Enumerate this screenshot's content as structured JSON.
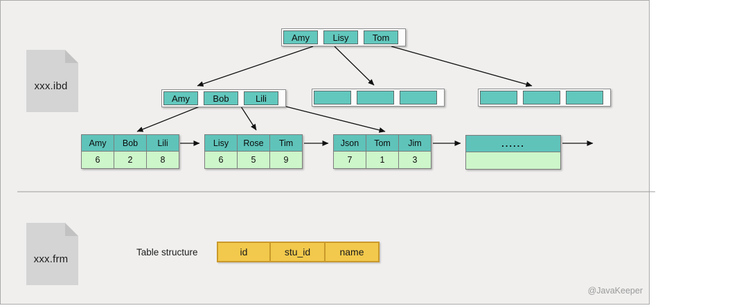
{
  "files": {
    "ibd_label": "xxx.ibd",
    "frm_label": "xxx.frm"
  },
  "tree": {
    "root": {
      "keys": [
        "Amy",
        "Lisy",
        "Tom"
      ]
    },
    "internal_left": {
      "keys": [
        "Amy",
        "Bob",
        "Lili"
      ]
    },
    "leaf1": {
      "keys": [
        "Amy",
        "Bob",
        "Lili"
      ],
      "values": [
        "6",
        "2",
        "8"
      ]
    },
    "leaf2": {
      "keys": [
        "Lisy",
        "Rose",
        "Tim"
      ],
      "values": [
        "6",
        "5",
        "9"
      ]
    },
    "leaf3": {
      "keys": [
        "Json",
        "Tom",
        "Jim"
      ],
      "values": [
        "7",
        "1",
        "3"
      ]
    },
    "leaf4": {
      "ellipsis": "......"
    }
  },
  "bottom": {
    "section_label": "Table structure",
    "columns": [
      "id",
      "stu_id",
      "name"
    ]
  },
  "watermark": "@JavaKeeper",
  "colors": {
    "canvas_bg": "#f0efee",
    "node_teal": "#62c7bd",
    "leaf_green": "#cdf6ca",
    "table_yellow": "#f2c94c",
    "table_yellow_border": "#c9992b",
    "file_gray": "#d4d4d4"
  }
}
